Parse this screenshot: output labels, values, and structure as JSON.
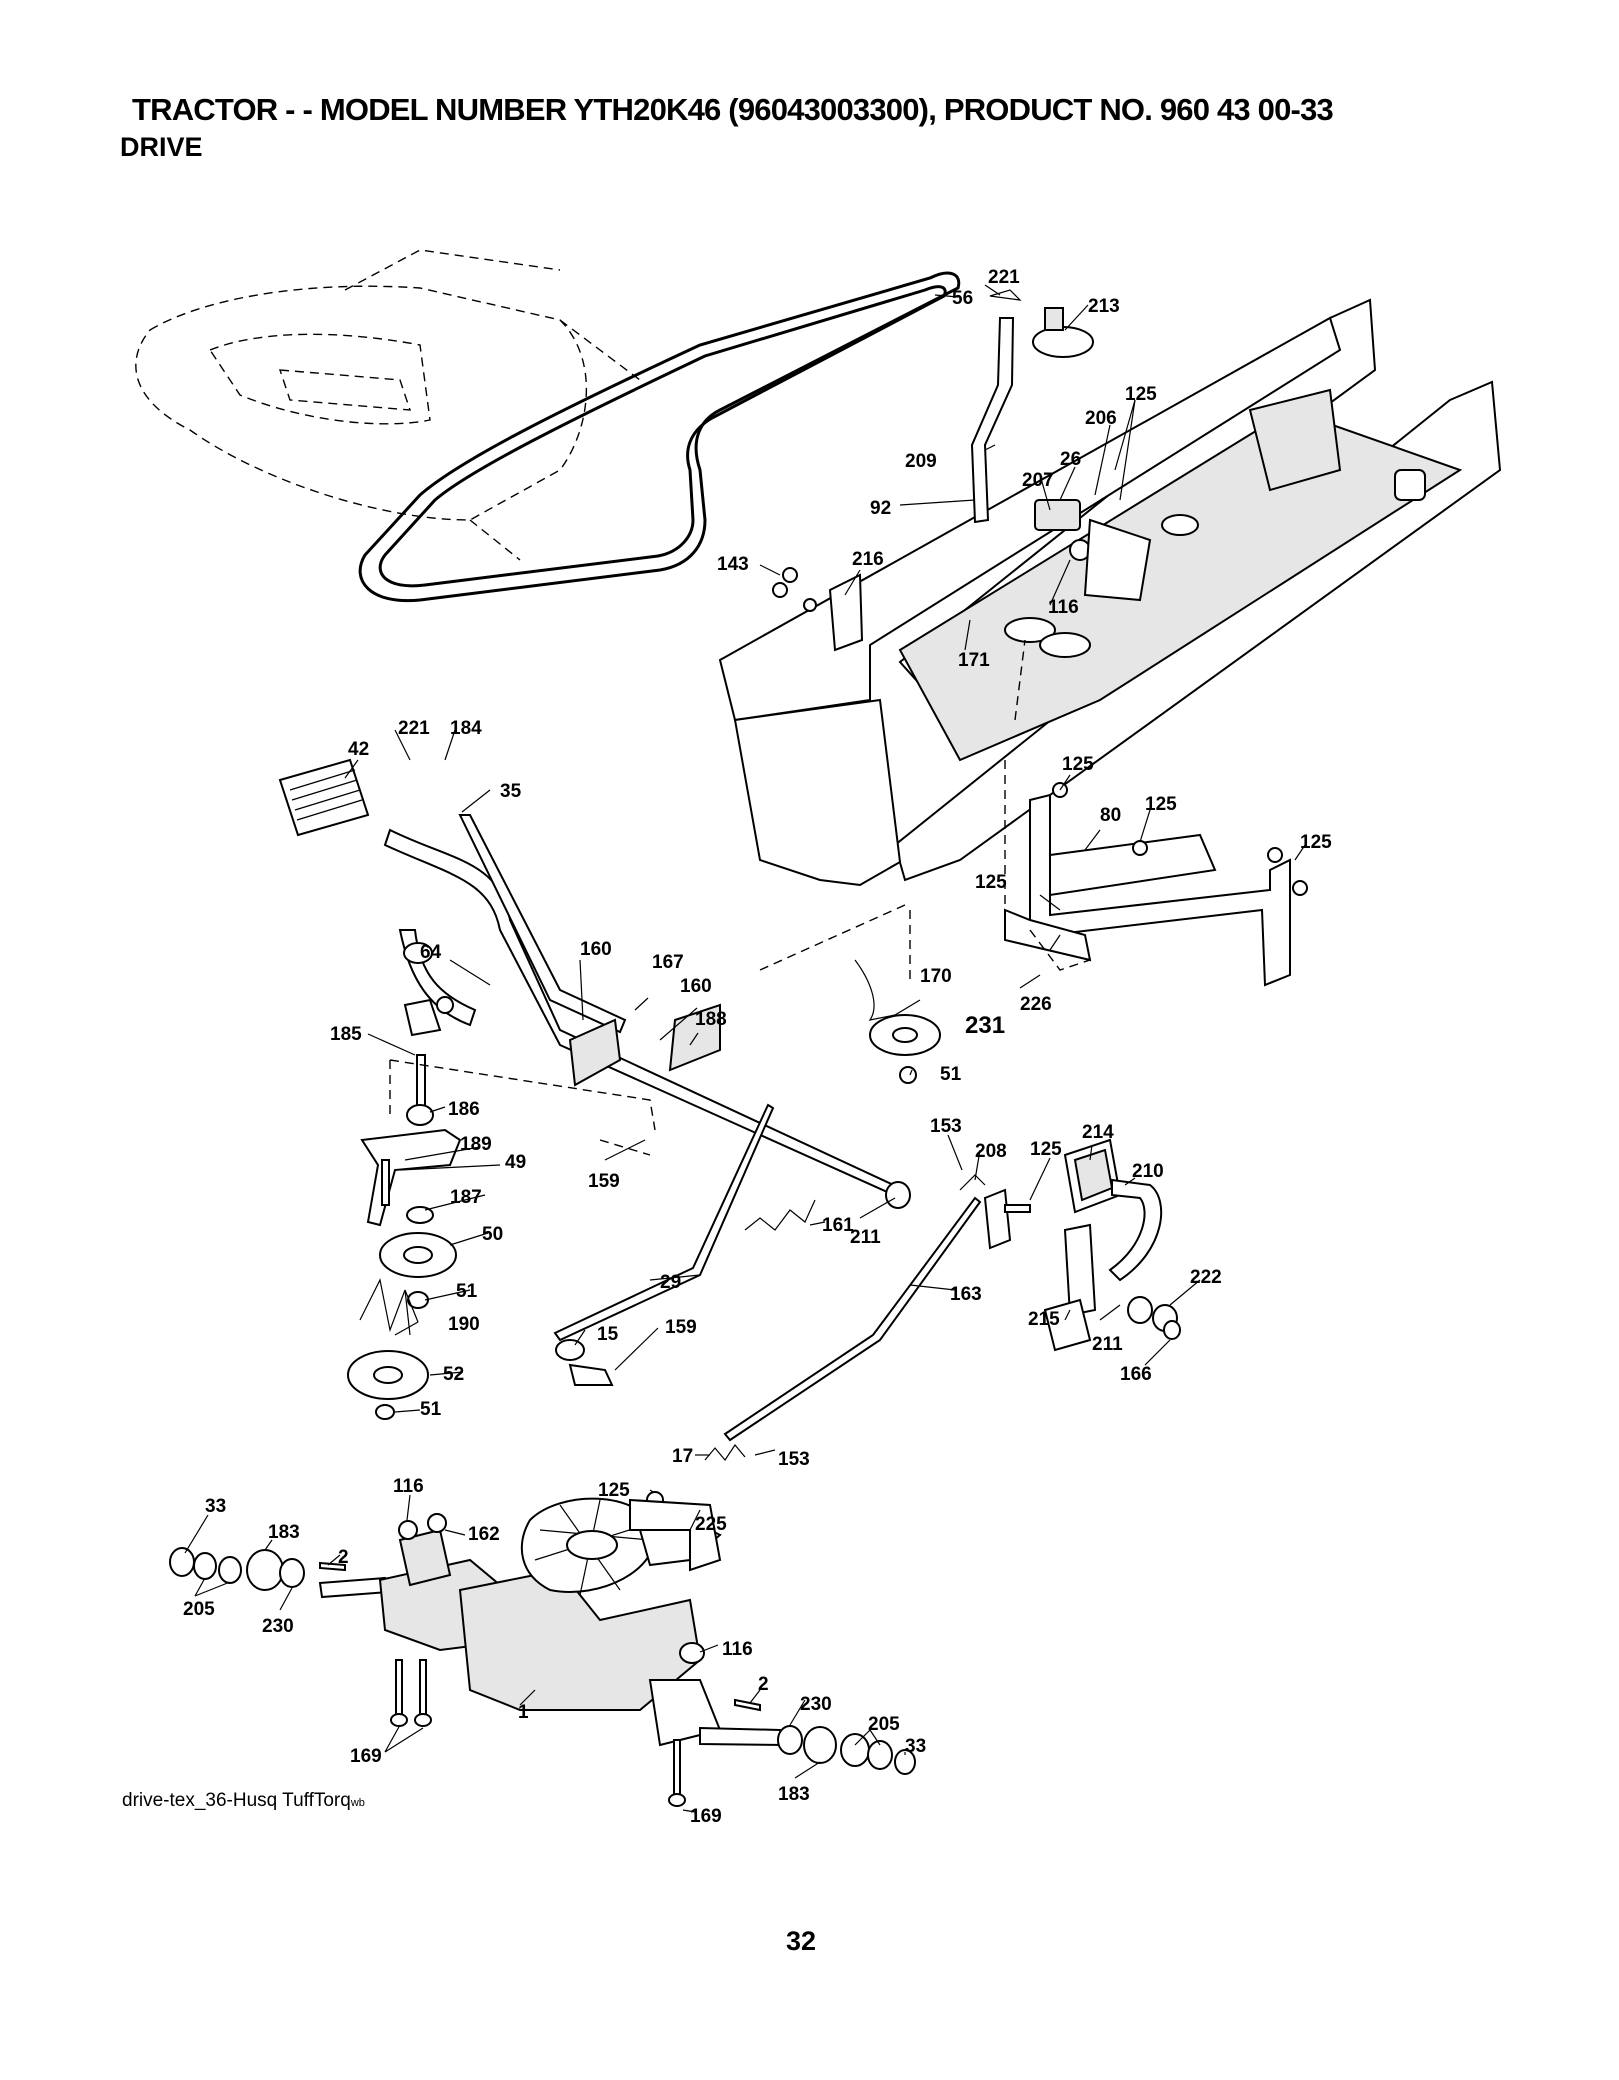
{
  "header": {
    "title": "TRACTOR - - MODEL NUMBER YTH20K46 (96043003300), PRODUCT NO. 960 43 00-33",
    "subtitle": "DRIVE"
  },
  "footer": {
    "code_main": "drive-tex_36-Husq TuffTorq",
    "code_suffix": "wb",
    "page_number": "32"
  },
  "callouts": [
    {
      "id": "c221a",
      "label": "221"
    },
    {
      "id": "c56",
      "label": "56"
    },
    {
      "id": "c213",
      "label": "213"
    },
    {
      "id": "c125a",
      "label": "125"
    },
    {
      "id": "c206",
      "label": "206"
    },
    {
      "id": "c26",
      "label": "26"
    },
    {
      "id": "c209",
      "label": "209"
    },
    {
      "id": "c207",
      "label": "207"
    },
    {
      "id": "c92",
      "label": "92"
    },
    {
      "id": "c143",
      "label": "143"
    },
    {
      "id": "c216",
      "label": "216"
    },
    {
      "id": "c116a",
      "label": "116"
    },
    {
      "id": "c171",
      "label": "171"
    },
    {
      "id": "c221b",
      "label": "221"
    },
    {
      "id": "c184",
      "label": "184"
    },
    {
      "id": "c42",
      "label": "42"
    },
    {
      "id": "c35",
      "label": "35"
    },
    {
      "id": "c125b",
      "label": "125"
    },
    {
      "id": "c125c",
      "label": "125"
    },
    {
      "id": "c80",
      "label": "80"
    },
    {
      "id": "c125d",
      "label": "125"
    },
    {
      "id": "c125e",
      "label": "125"
    },
    {
      "id": "c64",
      "label": "64"
    },
    {
      "id": "c160a",
      "label": "160"
    },
    {
      "id": "c167",
      "label": "167"
    },
    {
      "id": "c160b",
      "label": "160"
    },
    {
      "id": "c170",
      "label": "170"
    },
    {
      "id": "c188",
      "label": "188"
    },
    {
      "id": "c231",
      "label": "231"
    },
    {
      "id": "c226",
      "label": "226"
    },
    {
      "id": "c185",
      "label": "185"
    },
    {
      "id": "c51a",
      "label": "51"
    },
    {
      "id": "c186",
      "label": "186"
    },
    {
      "id": "c189",
      "label": "189"
    },
    {
      "id": "c49",
      "label": "49"
    },
    {
      "id": "c153a",
      "label": "153"
    },
    {
      "id": "c208",
      "label": "208"
    },
    {
      "id": "c125f",
      "label": "125"
    },
    {
      "id": "c214",
      "label": "214"
    },
    {
      "id": "c187",
      "label": "187"
    },
    {
      "id": "c159a",
      "label": "159"
    },
    {
      "id": "c210",
      "label": "210"
    },
    {
      "id": "c50",
      "label": "50"
    },
    {
      "id": "c161",
      "label": "161"
    },
    {
      "id": "c211a",
      "label": "211"
    },
    {
      "id": "c29",
      "label": "29"
    },
    {
      "id": "c222",
      "label": "222"
    },
    {
      "id": "c51b",
      "label": "51"
    },
    {
      "id": "c163",
      "label": "163"
    },
    {
      "id": "c190",
      "label": "190"
    },
    {
      "id": "c15",
      "label": "15"
    },
    {
      "id": "c159b",
      "label": "159"
    },
    {
      "id": "c215",
      "label": "215"
    },
    {
      "id": "c211b",
      "label": "211"
    },
    {
      "id": "c52",
      "label": "52"
    },
    {
      "id": "c166",
      "label": "166"
    },
    {
      "id": "c51c",
      "label": "51"
    },
    {
      "id": "c17",
      "label": "17"
    },
    {
      "id": "c153b",
      "label": "153"
    },
    {
      "id": "c33a",
      "label": "33"
    },
    {
      "id": "c116b",
      "label": "116"
    },
    {
      "id": "c125g",
      "label": "125"
    },
    {
      "id": "c183a",
      "label": "183"
    },
    {
      "id": "c162",
      "label": "162"
    },
    {
      "id": "c225",
      "label": "225"
    },
    {
      "id": "c2a",
      "label": "2"
    },
    {
      "id": "c205a",
      "label": "205"
    },
    {
      "id": "c230a",
      "label": "230"
    },
    {
      "id": "c116c",
      "label": "116"
    },
    {
      "id": "c2b",
      "label": "2"
    },
    {
      "id": "c1",
      "label": "1"
    },
    {
      "id": "c230b",
      "label": "230"
    },
    {
      "id": "c205b",
      "label": "205"
    },
    {
      "id": "c33b",
      "label": "33"
    },
    {
      "id": "c169a",
      "label": "169"
    },
    {
      "id": "c183b",
      "label": "183"
    },
    {
      "id": "c169b",
      "label": "169"
    }
  ]
}
